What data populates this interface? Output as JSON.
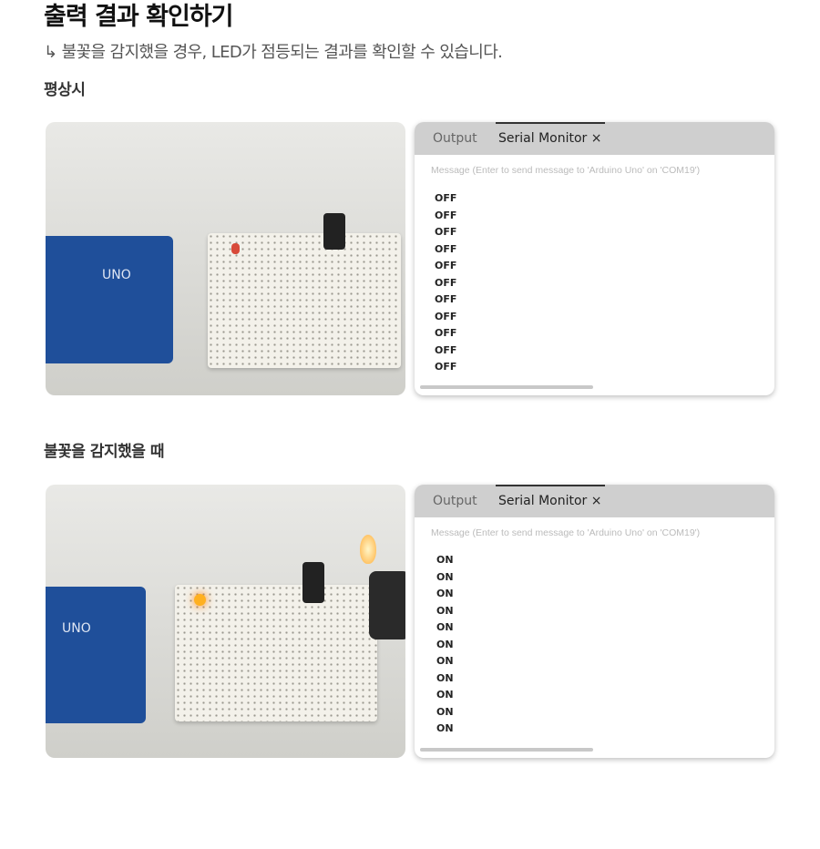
{
  "title": "출력 결과 확인하기",
  "subtitle": "↳ 불꽃을 감지했을 경우, LED가 점등되는 결과를 확인할 수 있습니다.",
  "sections": [
    {
      "heading": "평상시",
      "tabs": {
        "output": "Output",
        "serial": "Serial Monitor",
        "close": "×"
      },
      "message_placeholder": "Message (Enter to send message to 'Arduino Uno' on 'COM19')",
      "lines": [
        "OFF",
        "OFF",
        "OFF",
        "OFF",
        "OFF",
        "OFF",
        "OFF",
        "OFF",
        "OFF",
        "OFF",
        "OFF"
      ],
      "board_label": "UNO"
    },
    {
      "heading": "불꽃을 감지했을 때",
      "tabs": {
        "output": "Output",
        "serial": "Serial Monitor",
        "close": "×"
      },
      "message_placeholder": "Message (Enter to send message to 'Arduino Uno' on 'COM19')",
      "lines": [
        "ON",
        "ON",
        "ON",
        "ON",
        "ON",
        "ON",
        "ON",
        "ON",
        "ON",
        "ON",
        "ON"
      ],
      "board_label": "UNO"
    }
  ]
}
